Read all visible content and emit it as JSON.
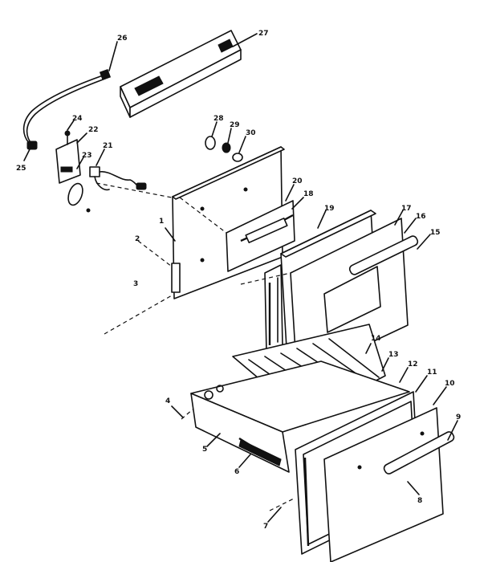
{
  "diagram": {
    "callouts": [
      {
        "id": "c1",
        "label": "26"
      },
      {
        "id": "c2",
        "label": "27"
      },
      {
        "id": "c3",
        "label": "25"
      },
      {
        "id": "c4",
        "label": "24"
      },
      {
        "id": "c5",
        "label": "22"
      },
      {
        "id": "c6",
        "label": "23"
      },
      {
        "id": "c7",
        "label": "21"
      },
      {
        "id": "c8",
        "label": "28"
      },
      {
        "id": "c9",
        "label": "29"
      },
      {
        "id": "c10",
        "label": "30"
      },
      {
        "id": "c11",
        "label": "20"
      },
      {
        "id": "c12",
        "label": "18"
      },
      {
        "id": "c13",
        "label": "19"
      },
      {
        "id": "c14",
        "label": "17"
      },
      {
        "id": "c15",
        "label": "16"
      },
      {
        "id": "c16",
        "label": "15"
      },
      {
        "id": "c17",
        "label": "1"
      },
      {
        "id": "c18",
        "label": "2"
      },
      {
        "id": "c19",
        "label": "3"
      },
      {
        "id": "c20",
        "label": "14"
      },
      {
        "id": "c21",
        "label": "13"
      },
      {
        "id": "c22",
        "label": "12"
      },
      {
        "id": "c23",
        "label": "11"
      },
      {
        "id": "c24",
        "label": "10"
      },
      {
        "id": "c25",
        "label": "9"
      },
      {
        "id": "c26",
        "label": "4"
      },
      {
        "id": "c27",
        "label": "5"
      },
      {
        "id": "c28",
        "label": "6"
      },
      {
        "id": "c29",
        "label": "8"
      },
      {
        "id": "c30",
        "label": "7"
      }
    ]
  }
}
